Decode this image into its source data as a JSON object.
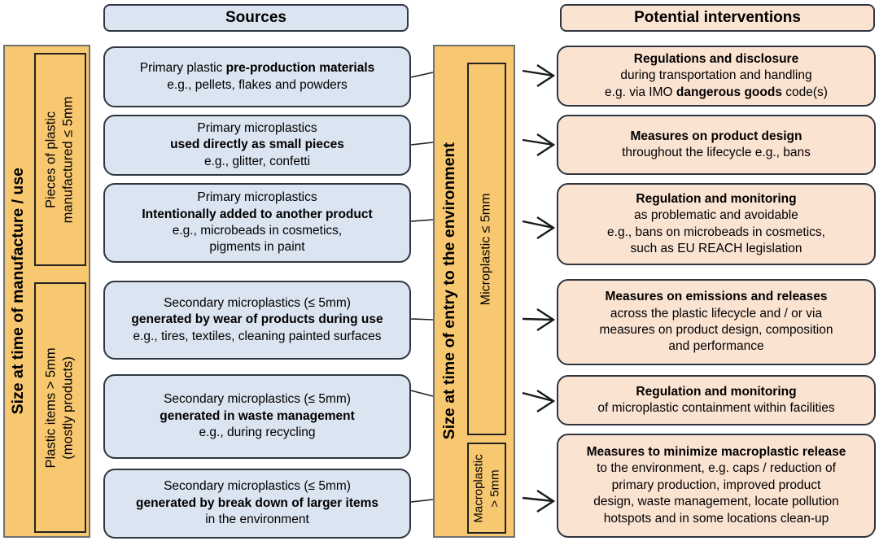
{
  "headers": {
    "sources": "Sources",
    "interventions": "Potential interventions"
  },
  "left_axis": {
    "title": "Size at time of manufacture / use",
    "upper_label_1": "Pieces of plastic",
    "upper_label_2": "manufactured ≤ 5mm",
    "lower_label_1": "Plastic items > 5mm",
    "lower_label_2": "(mostly products)"
  },
  "middle_axis": {
    "title": "Size at time of entry to the environment",
    "micro_label": "Microplastic ≤ 5mm",
    "macro_label_1": "Macroplastic",
    "macro_label_2": "> 5mm"
  },
  "sources": [
    {
      "l1_pre": "Primary plastic ",
      "l1_bold": "pre-production materials",
      "l2": "e.g., pellets, flakes and powders"
    },
    {
      "l1": "Primary microplastics",
      "l2": "used directly as small pieces",
      "l3": "e.g., glitter, confetti"
    },
    {
      "l1": "Primary microplastics",
      "l2": "Intentionally added to another product",
      "l3": "e.g., microbeads in cosmetics,",
      "l4": "pigments in paint"
    },
    {
      "l1": "Secondary microplastics (≤ 5mm)",
      "l2": "generated by wear of products during use",
      "l3": "e.g., tires, textiles, cleaning painted surfaces"
    },
    {
      "l1": "Secondary microplastics (≤ 5mm)",
      "l2": "generated in waste management",
      "l3": "e.g., during recycling"
    },
    {
      "l1": "Secondary microplastics (≤ 5mm)",
      "l2": "generated by break down of larger items",
      "l3": "in the environment"
    }
  ],
  "interventions": [
    {
      "title": "Regulations and disclosure",
      "l2": "during transportation and handling",
      "l3_pre": "e.g. via IMO ",
      "l3_bold": "dangerous goods",
      "l3_post": " code(s)"
    },
    {
      "title": "Measures on product design",
      "l2": "throughout the lifecycle e.g., bans"
    },
    {
      "title": "Regulation and monitoring",
      "l2": "as problematic and avoidable",
      "l3": "e.g., bans on microbeads in cosmetics,",
      "l4": "such as EU REACH legislation"
    },
    {
      "title": "Measures on emissions and releases",
      "l2": "across the plastic lifecycle and / or via",
      "l3": "measures on product design, composition",
      "l4": "and performance"
    },
    {
      "title": "Regulation and monitoring",
      "l2": "of microplastic containment  within facilities"
    },
    {
      "title": "Measures to minimize macroplastic release",
      "l2": "to the environment, e.g. caps / reduction of",
      "l3": "primary production, improved product",
      "l4": "design, waste management,  locate pollution",
      "l5": "hotspots and in some locations clean-up"
    }
  ]
}
